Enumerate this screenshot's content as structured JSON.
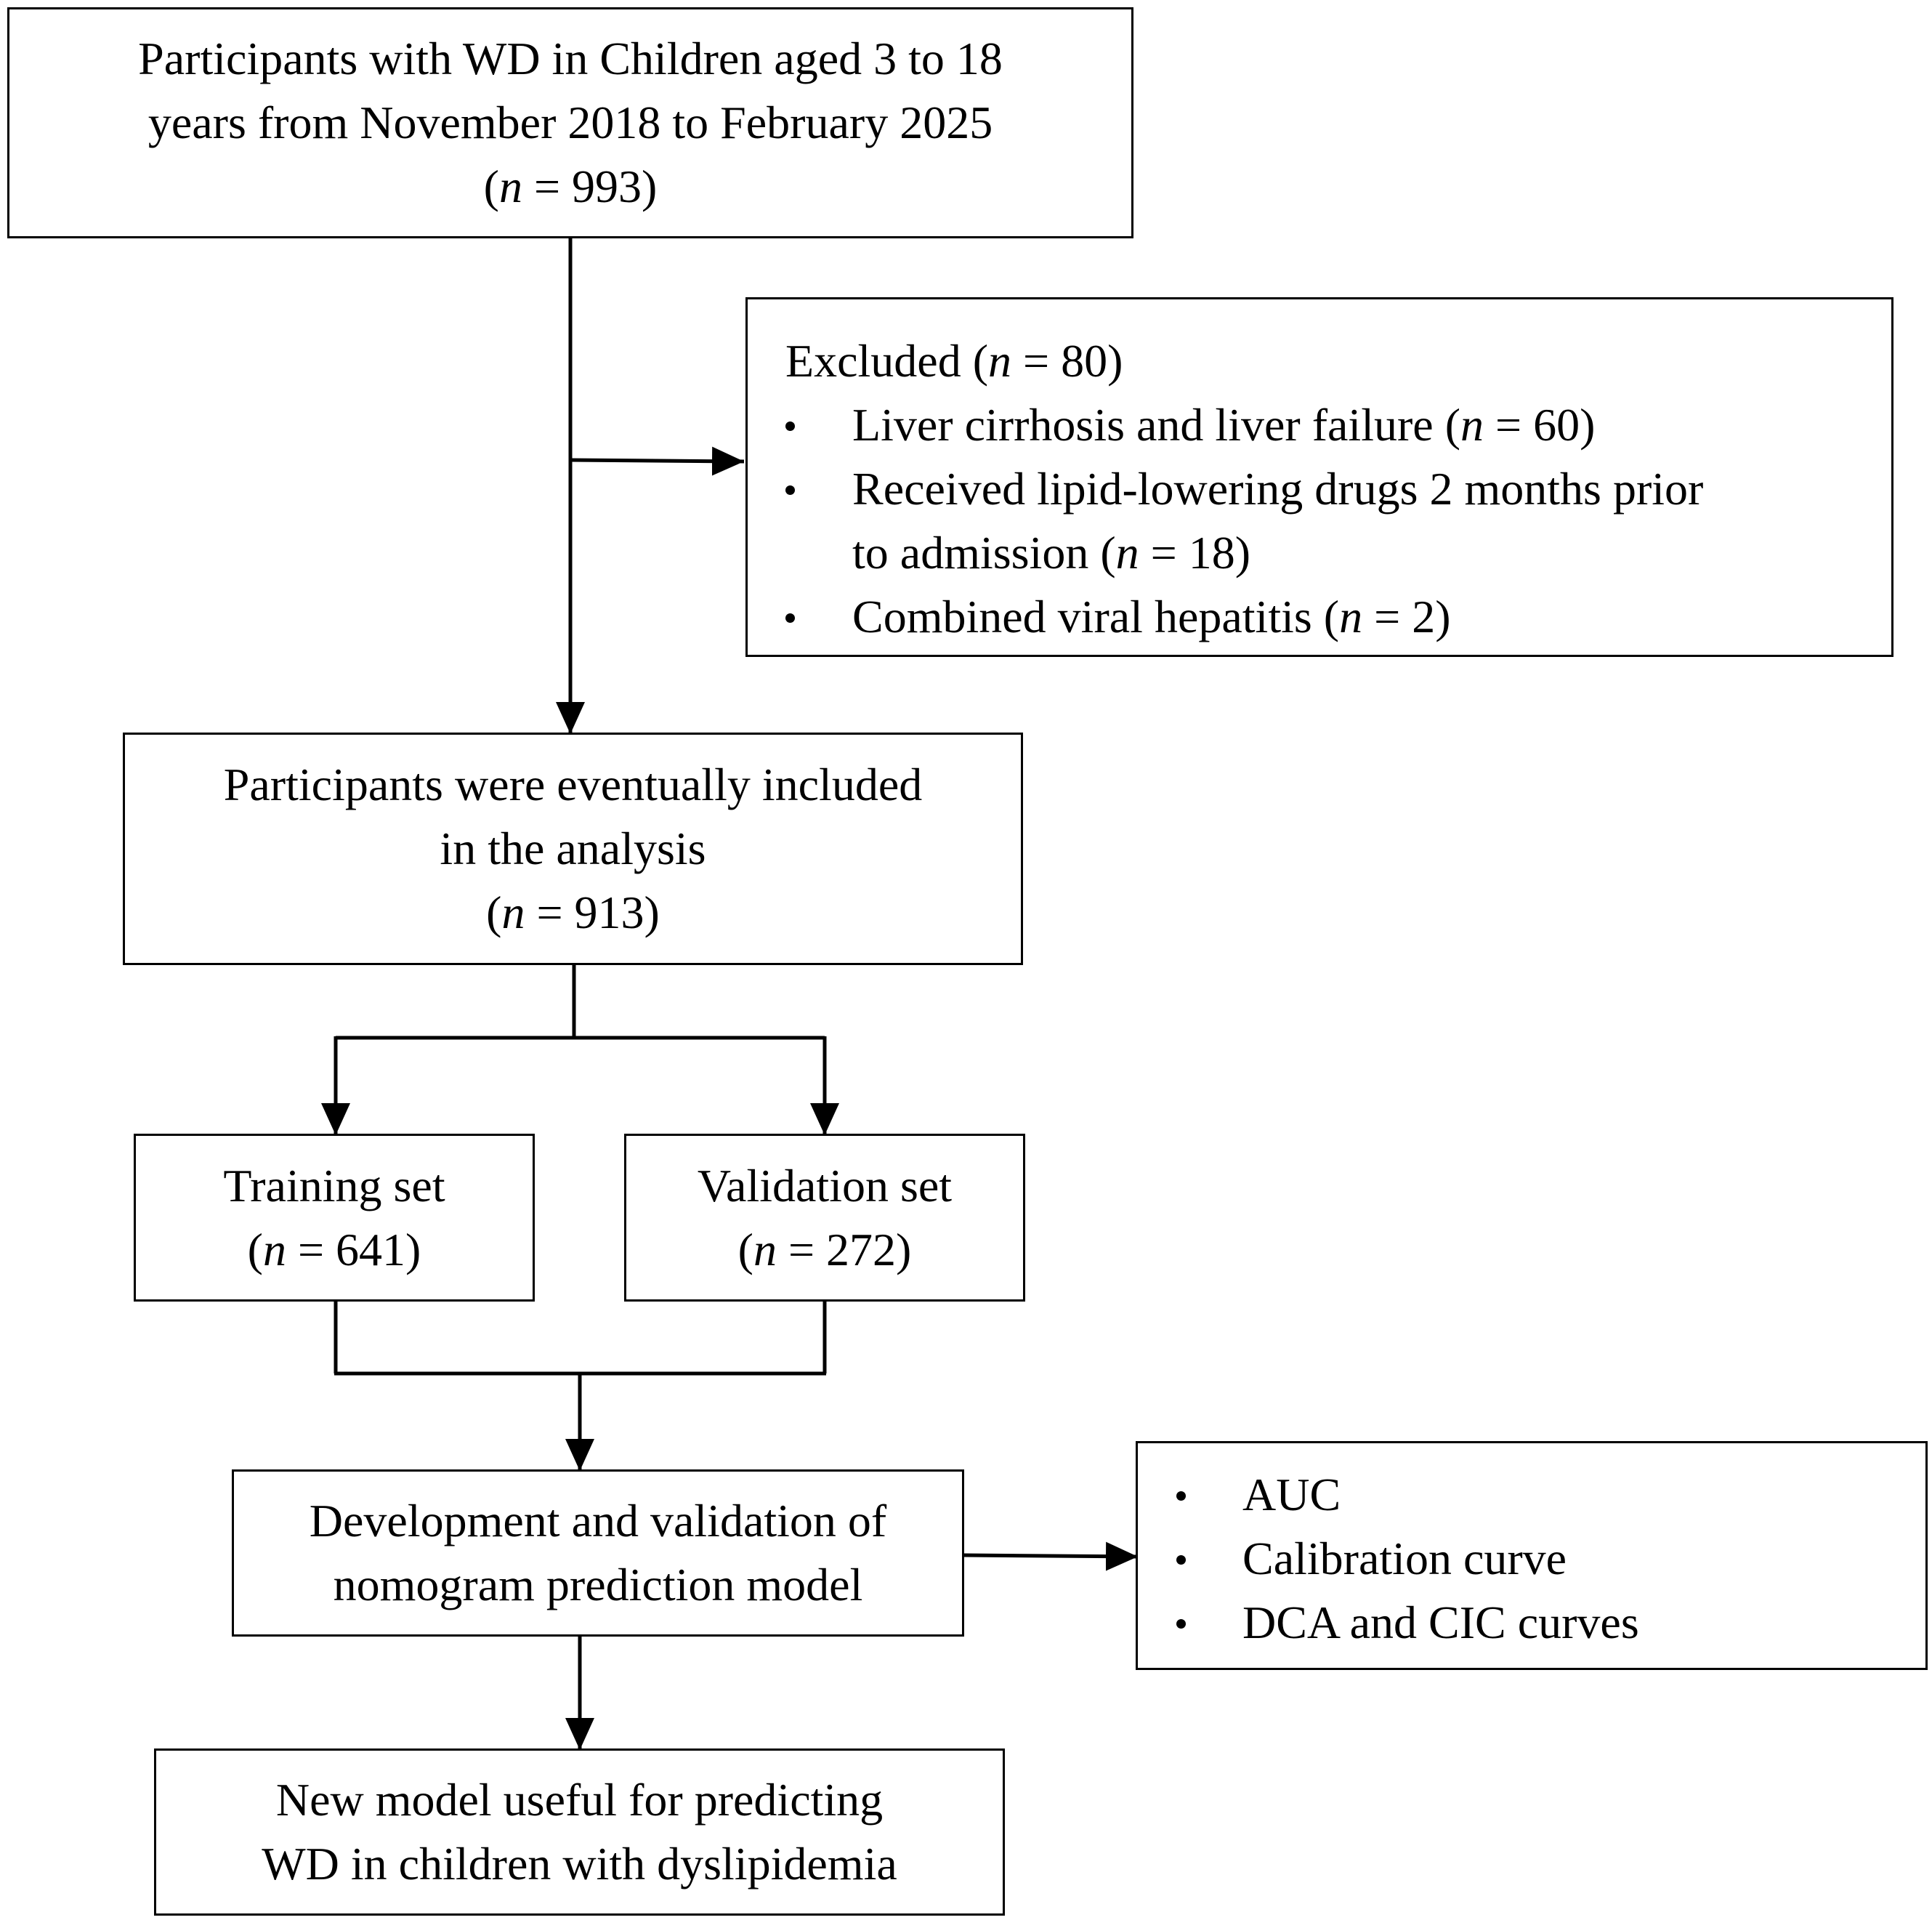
{
  "participants": {
    "lines": [
      "Participants with WD in Children aged 3 to 18",
      "years from November 2018 to February 2025"
    ],
    "n_symbol": "n",
    "count": "= 993"
  },
  "excluded": {
    "title": "Excluded (",
    "n_symbol": "n",
    "count": "= 80)",
    "items": [
      {
        "text": "Liver cirrhosis and liver failure (",
        "n_symbol": "n",
        "count": "= 60)"
      },
      {
        "line1": "Received lipid-lowering drugs 2 months prior",
        "line2": "to admission (",
        "n_symbol": "n",
        "count": "= 18)"
      },
      {
        "text": "Combined viral hepatitis (",
        "n_symbol": "n",
        "count": "= 2)"
      }
    ]
  },
  "included": {
    "lines": [
      "Participants were eventually included",
      "in the analysis"
    ],
    "n_symbol": "n",
    "count": "= 913"
  },
  "training": {
    "label": "Training set",
    "n_symbol": "n",
    "count": "= 641"
  },
  "validation": {
    "label": "Validation set",
    "n_symbol": "n",
    "count": "= 272"
  },
  "development": {
    "lines": [
      "Development and validation of",
      "nomogram prediction model"
    ]
  },
  "metrics": {
    "items": [
      "AUC",
      "Calibration curve",
      "DCA and CIC curves"
    ]
  },
  "outcome": {
    "lines": [
      "New model useful for predicting",
      "WD in children with dyslipidemia"
    ]
  }
}
